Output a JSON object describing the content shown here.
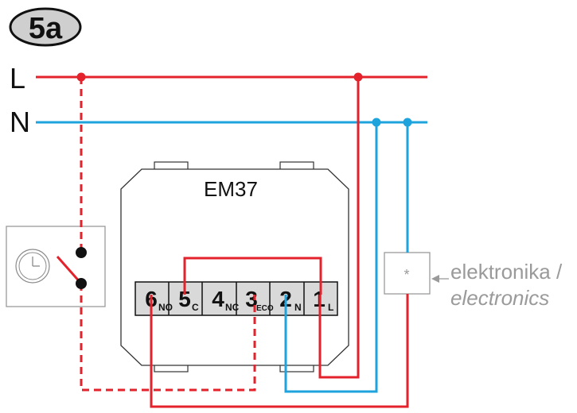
{
  "badge": {
    "text": "5a"
  },
  "lines": {
    "live": "L",
    "neutral": "N"
  },
  "device": {
    "name": "EM37"
  },
  "terminals": [
    {
      "num": "6",
      "sub": "NO"
    },
    {
      "num": "5",
      "sub": "C"
    },
    {
      "num": "4",
      "sub": "NC"
    },
    {
      "num": "3",
      "sub": "ECO"
    },
    {
      "num": "2",
      "sub": "N"
    },
    {
      "num": "1",
      "sub": "L"
    }
  ],
  "electronics": {
    "symbol": "*",
    "label_line1": "elektronika /",
    "label_line2": "electronics"
  },
  "colors": {
    "live": "#e3222b",
    "neutral": "#1ea3dd",
    "device_outline": "#333333",
    "terminal_fill": "#d9d9d9",
    "gray": "#9a9a9a",
    "badge_fill": "#cfcfcf"
  }
}
